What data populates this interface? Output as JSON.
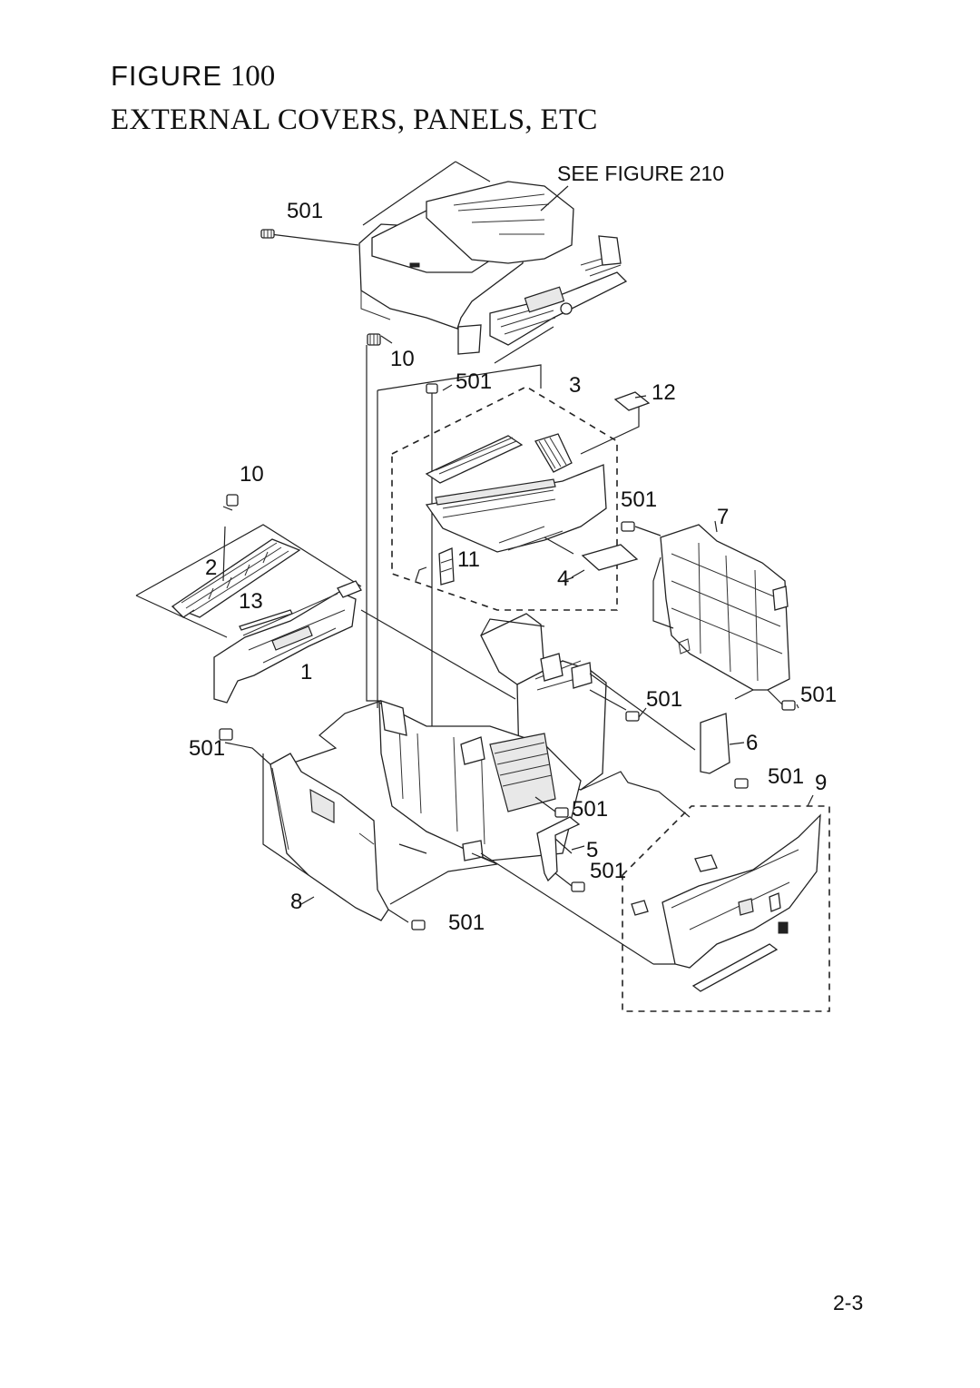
{
  "figure": {
    "word": "FIGURE",
    "number": "100"
  },
  "heading": "EXTERNAL COVERS, PANELS, ETC",
  "page_number": "2-3",
  "callouts": {
    "see_figure": "SEE FIGURE 210",
    "screw_top": "501",
    "part_10_upper": "10",
    "screw_upper_mid": "501",
    "part_3": "3",
    "part_12": "12",
    "part_10_left": "10",
    "screw_right_upper": "501",
    "part_7": "7",
    "part_2": "2",
    "part_11": "11",
    "part_4": "4",
    "part_13": "13",
    "part_1": "1",
    "screw_center": "501",
    "screw_far_right": "501",
    "screw_left": "501",
    "part_6": "6",
    "screw_right_lower": "501",
    "part_9": "9",
    "screw_center_lower": "501",
    "part_5": "5",
    "screw_bottom_mid": "501",
    "part_8": "8",
    "screw_bottom": "501"
  }
}
